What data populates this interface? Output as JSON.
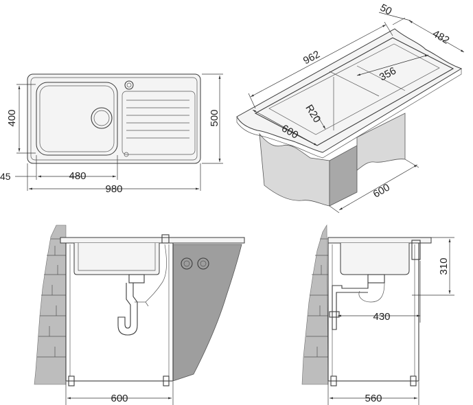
{
  "top_view": {
    "width_label": "980",
    "bowl_width_label": "480",
    "offset_label": "45",
    "bowl_depth_label": "400",
    "depth_label": "500"
  },
  "iso_view": {
    "length_label": "962",
    "rim_label": "50",
    "depth_label": "482",
    "bowl_label": "356",
    "radius_label": "R20",
    "front_label": "600",
    "cabinet_label": "600"
  },
  "front_view": {
    "cabinet_width_label": "600"
  },
  "side_view": {
    "height_label": "310",
    "drain_label": "430",
    "cabinet_depth_label": "560"
  }
}
